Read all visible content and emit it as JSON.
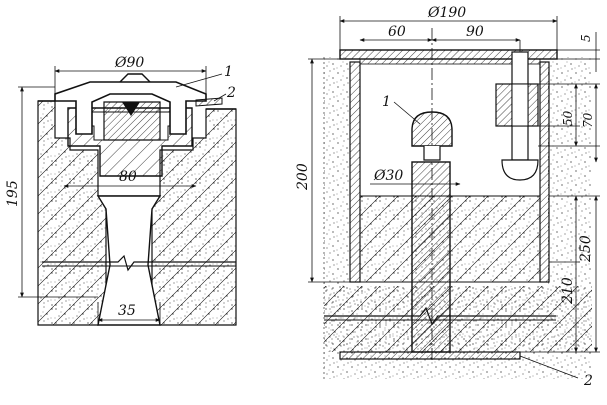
{
  "left_figure": {
    "dim_diameter": "Ø90",
    "dim_height": "195",
    "dim_neck": "80",
    "dim_base": "35",
    "callout_1": "1",
    "callout_2": "2"
  },
  "right_figure": {
    "dim_diameter": "Ø190",
    "dim_60": "60",
    "dim_90": "90",
    "dim_5": "5",
    "dim_50": "50",
    "dim_70": "70",
    "dim_200": "200",
    "dim_250": "250",
    "dim_210": "210",
    "dim_pin": "Ø30",
    "callout_1": "1",
    "callout_2": "2"
  },
  "colors": {
    "ink": "#111111",
    "paper": "#ffffff"
  }
}
